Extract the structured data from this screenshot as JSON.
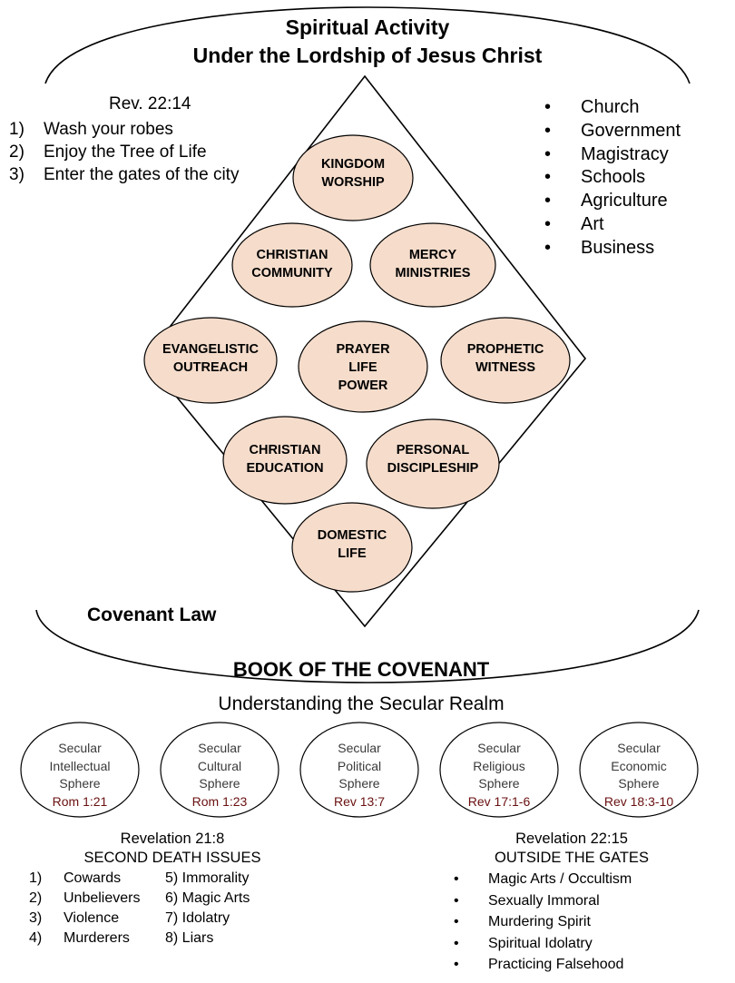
{
  "header": {
    "title_line1": "Spiritual Activity",
    "title_line2": "Under the Lordship of Jesus Christ"
  },
  "rev_22_14": {
    "heading": "Rev. 22:14",
    "items": [
      {
        "num": "1)",
        "text": "Wash your robes"
      },
      {
        "num": "2)",
        "text": "Enjoy the Tree of Life"
      },
      {
        "num": "3)",
        "text": "Enter the gates of the city"
      }
    ]
  },
  "spheres_list": [
    "Church",
    "Government",
    "Magistracy",
    "Schools",
    "Agriculture",
    "Art",
    "Business"
  ],
  "activities": [
    {
      "line1": "KINGDOM",
      "line2": "WORSHIP",
      "line3": ""
    },
    {
      "line1": "CHRISTIAN",
      "line2": "COMMUNITY",
      "line3": ""
    },
    {
      "line1": "MERCY",
      "line2": "MINISTRIES",
      "line3": ""
    },
    {
      "line1": "EVANGELISTIC",
      "line2": "OUTREACH",
      "line3": ""
    },
    {
      "line1": "PRAYER",
      "line2": "LIFE",
      "line3": "POWER"
    },
    {
      "line1": "PROPHETIC",
      "line2": "WITNESS",
      "line3": ""
    },
    {
      "line1": "CHRISTIAN",
      "line2": "EDUCATION",
      "line3": ""
    },
    {
      "line1": "PERSONAL",
      "line2": "DISCIPLESHIP",
      "line3": ""
    },
    {
      "line1": "DOMESTIC",
      "line2": "LIFE",
      "line3": ""
    }
  ],
  "covenant_law": "Covenant Law",
  "book_title": "BOOK OF THE COVENANT",
  "secular_heading": "Understanding the Secular Realm",
  "secular_spheres": [
    {
      "l1": "Secular",
      "l2": "Intellectual",
      "l3": "Sphere",
      "ref": "Rom 1:21"
    },
    {
      "l1": "Secular",
      "l2": "Cultural",
      "l3": "Sphere",
      "ref": "Rom 1:23"
    },
    {
      "l1": "Secular",
      "l2": "Political",
      "l3": "Sphere",
      "ref": "Rev 13:7"
    },
    {
      "l1": "Secular",
      "l2": "Religious",
      "l3": "Sphere",
      "ref": "Rev 17:1-6"
    },
    {
      "l1": "Secular",
      "l2": "Economic",
      "l3": "Sphere",
      "ref": "Rev 18:3-10"
    }
  ],
  "second_death": {
    "heading1": "Revelation 21:8",
    "heading2": "SECOND DEATH ISSUES",
    "rows": [
      {
        "num": "1)",
        "left": "Cowards",
        "right": "5) Immorality"
      },
      {
        "num": "2)",
        "left": "Unbelievers",
        "right": "6) Magic Arts"
      },
      {
        "num": "3)",
        "left": "Violence",
        "right": "7) Idolatry"
      },
      {
        "num": "4)",
        "left": "Murderers",
        "right": "8) Liars"
      }
    ]
  },
  "outside_gates": {
    "heading1": "Revelation 22:15",
    "heading2": "OUTSIDE THE GATES",
    "items": [
      "Magic Arts / Occultism",
      "Sexually Immoral",
      "Murdering Spirit",
      "Spiritual Idolatry",
      "Practicing Falsehood"
    ]
  },
  "colors": {
    "ellipse_fill": "#f5dccb",
    "stroke": "#000000",
    "reference_text": "#6a1010"
  }
}
